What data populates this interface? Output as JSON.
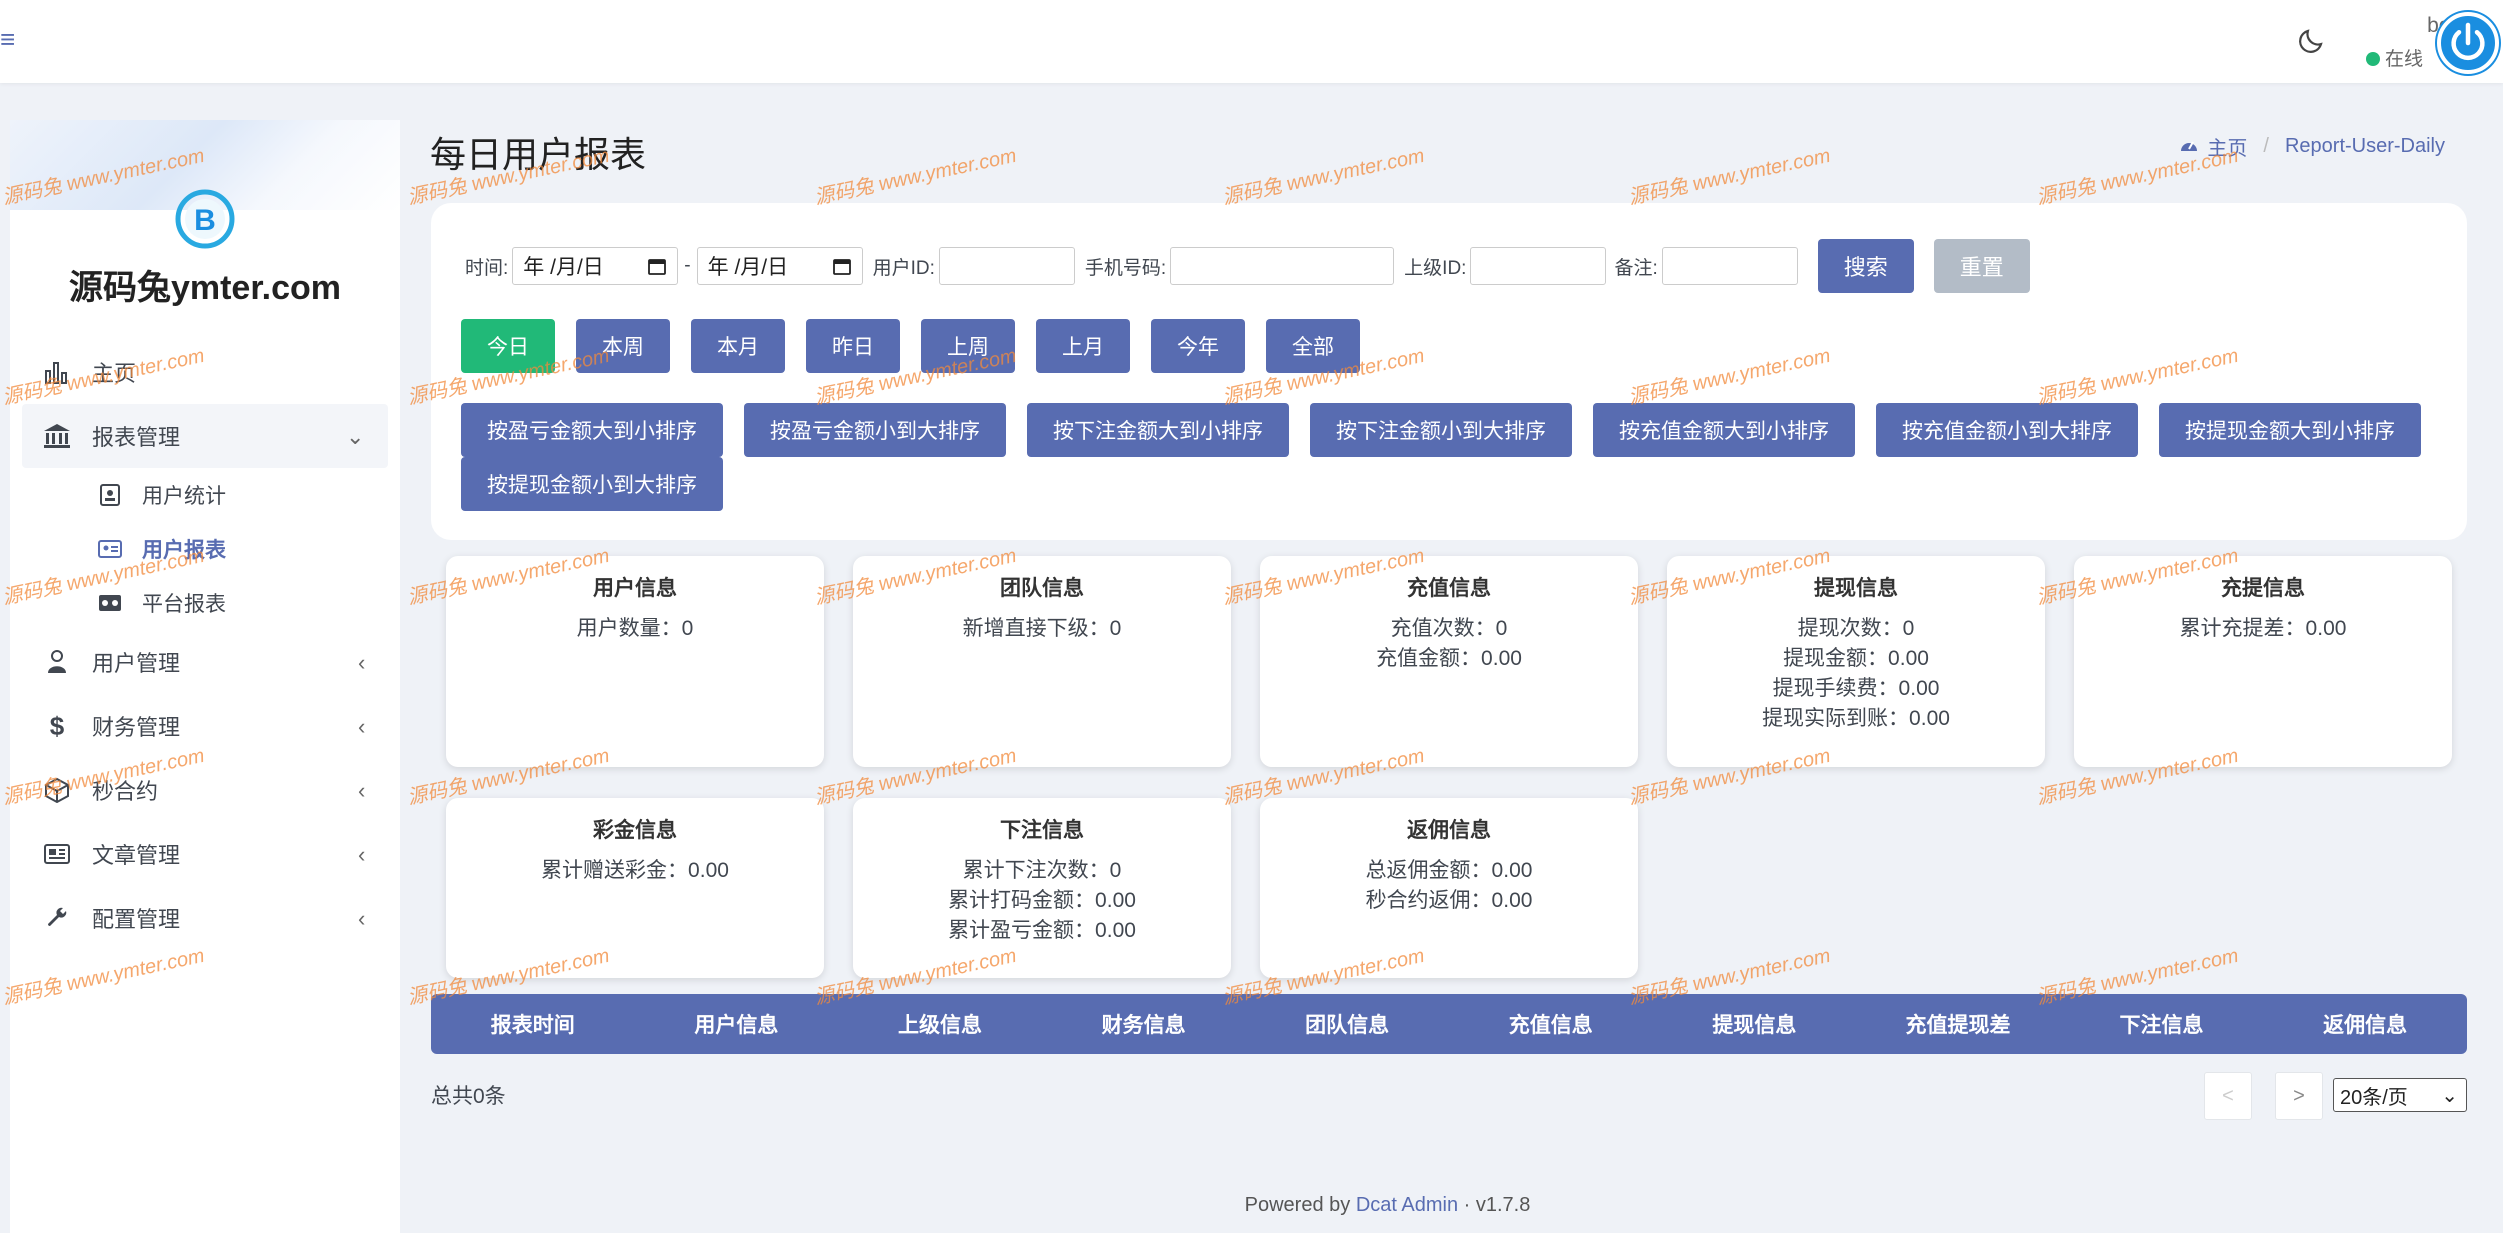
{
  "navbar": {
    "user_name": "boot",
    "user_status": "在线"
  },
  "sidebar": {
    "brand": "源码兔ymter.com",
    "menu": [
      {
        "label": "主页",
        "icon": "bar-chart-icon"
      },
      {
        "label": "报表管理",
        "icon": "bank-icon",
        "open": true
      },
      {
        "label": "用户管理",
        "icon": "user-group-icon"
      },
      {
        "label": "财务管理",
        "icon": "dollar-icon"
      },
      {
        "label": "秒合约",
        "icon": "cube-icon"
      },
      {
        "label": "文章管理",
        "icon": "newspaper-icon"
      },
      {
        "label": "配置管理",
        "icon": "wrench-icon"
      }
    ],
    "submenu": [
      {
        "label": "用户统计",
        "icon": "id-card-icon"
      },
      {
        "label": "用户报表",
        "icon": "address-card-icon",
        "active": true
      },
      {
        "label": "平台报表",
        "icon": "vcard-icon"
      }
    ]
  },
  "page": {
    "title": "每日用户报表"
  },
  "breadcrumb": {
    "home": "主页",
    "current": "Report-User-Daily"
  },
  "filters": {
    "time_label": "时间:",
    "date_from": "年 /月/日",
    "date_sep": "-",
    "date_to": "年 /月/日",
    "user_id_label": "用户ID:",
    "phone_label": "手机号码:",
    "parent_id_label": "上级ID:",
    "remark_label": "备注:",
    "search_btn": "搜索",
    "reset_btn": "重置"
  },
  "quick_ranges": [
    "今日",
    "本周",
    "本月",
    "昨日",
    "上周",
    "上月",
    "今年",
    "全部"
  ],
  "sort_buttons": [
    "按盈亏金额大到小排序",
    "按盈亏金额小到大排序",
    "按下注金额大到小排序",
    "按下注金额小到大排序",
    "按充值金额大到小排序",
    "按充值金额小到大排序",
    "按提现金额大到小排序",
    "按提现金额小到大排序"
  ],
  "cards": [
    {
      "title": "用户信息",
      "lines": [
        "用户数量：0"
      ]
    },
    {
      "title": "团队信息",
      "lines": [
        "新增直接下级：0"
      ]
    },
    {
      "title": "充值信息",
      "lines": [
        "充值次数：0",
        "充值金额：0.00"
      ]
    },
    {
      "title": "提现信息",
      "lines": [
        "提现次数：0",
        "提现金额：0.00",
        "提现手续费：0.00",
        "提现实际到账：0.00"
      ]
    },
    {
      "title": "充提信息",
      "lines": [
        "累计充提差：0.00"
      ]
    },
    {
      "title": "彩金信息",
      "lines": [
        "累计赠送彩金：0.00"
      ]
    },
    {
      "title": "下注信息",
      "lines": [
        "累计下注次数：0",
        "累计打码金额：0.00",
        "累计盈亏金额：0.00"
      ]
    },
    {
      "title": "返佣信息",
      "lines": [
        "总返佣金额：0.00",
        "秒合约返佣：0.00"
      ]
    }
  ],
  "table": {
    "columns": [
      "报表时间",
      "用户信息",
      "上级信息",
      "财务信息",
      "团队信息",
      "充值信息",
      "提现信息",
      "充值提现差",
      "下注信息",
      "返佣信息"
    ]
  },
  "pagination": {
    "total": "总共0条",
    "prev": "<",
    "next": ">",
    "per_page": "20条/页"
  },
  "footer": {
    "prefix": "Powered by",
    "link": "Dcat Admin",
    "separator": "·",
    "version": "v1.7.8"
  },
  "watermark": {
    "text": "源码兔  www.ymter.com"
  },
  "colors": {
    "primary": "#586cb1",
    "success": "#21b978",
    "reset": "#b3bcc7"
  }
}
